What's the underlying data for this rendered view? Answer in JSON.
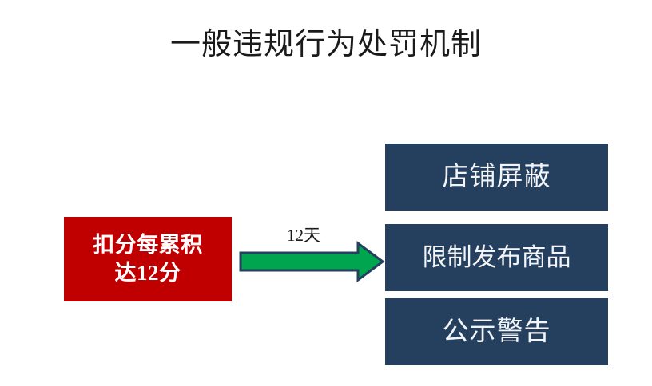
{
  "slide": {
    "title": "一般违规行为处罚机制",
    "background_color": "#FFFFFF"
  },
  "source": {
    "label": "扣分每累积达12分",
    "label_line_1": "扣分每累积",
    "label_line_2": "达12分",
    "fill_color": "#C00000",
    "text_color": "#FFFFFF"
  },
  "connector": {
    "label": "12天",
    "fill_color": "#00A550",
    "stroke_color": "#25405F",
    "direction": "right"
  },
  "outcomes": [
    {
      "label": "店铺屏蔽",
      "fill_color": "#25405F",
      "text_color": "#F2F4F7"
    },
    {
      "label": "限制发布商品",
      "fill_color": "#25405F",
      "text_color": "#F2F4F7"
    },
    {
      "label": "公示警告",
      "fill_color": "#25405F",
      "text_color": "#F2F4F7"
    }
  ]
}
